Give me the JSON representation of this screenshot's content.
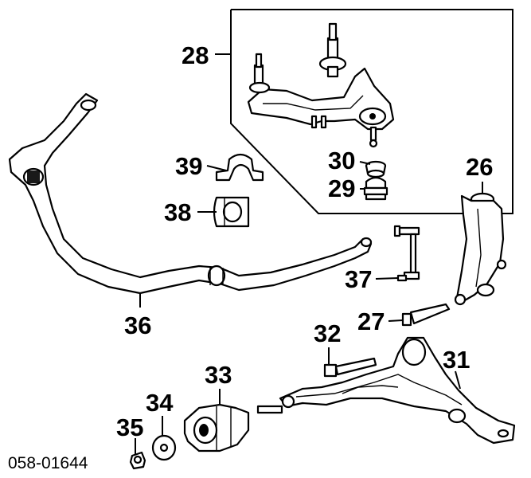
{
  "diagram": {
    "drawing_code": "058-01644",
    "callouts": [
      "26",
      "27",
      "28",
      "29",
      "30",
      "31",
      "32",
      "33",
      "34",
      "35",
      "36",
      "37",
      "38",
      "39"
    ]
  }
}
